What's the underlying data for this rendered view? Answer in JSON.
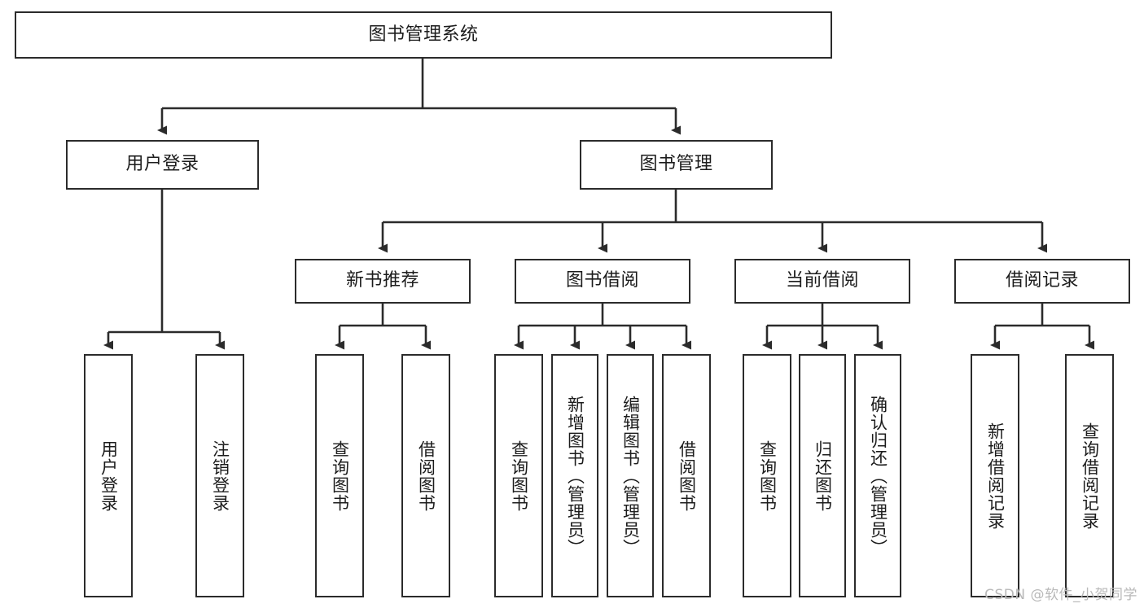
{
  "diagram": {
    "title": "图书管理系统",
    "watermark": "CSDN @软件_小贺同学",
    "line_color": "#2b2b2b",
    "box_fill": "#ffffff",
    "text_color": "#1c1c1c",
    "root": {
      "label": "图书管理系统"
    },
    "level2": [
      {
        "label": "用户登录"
      },
      {
        "label": "图书管理"
      }
    ],
    "level3": [
      {
        "label": "新书推荐"
      },
      {
        "label": "图书借阅"
      },
      {
        "label": "当前借阅"
      },
      {
        "label": "借阅记录"
      }
    ],
    "leaves": {
      "user_login": [
        {
          "label": "用户登录"
        },
        {
          "label": "注销登录"
        }
      ],
      "new_book_recommend": [
        {
          "label": "查询图书"
        },
        {
          "label": "借阅图书"
        }
      ],
      "book_borrow": [
        {
          "label": "查询图书"
        },
        {
          "label": "新增图书（管理员）"
        },
        {
          "label": "编辑图书（管理员）"
        },
        {
          "label": "借阅图书"
        }
      ],
      "current_borrow": [
        {
          "label": "查询图书"
        },
        {
          "label": "归还图书"
        },
        {
          "label": "确认归还（管理员）"
        }
      ],
      "borrow_records": [
        {
          "label": "新增借阅记录"
        },
        {
          "label": "查询借阅记录"
        }
      ]
    }
  }
}
